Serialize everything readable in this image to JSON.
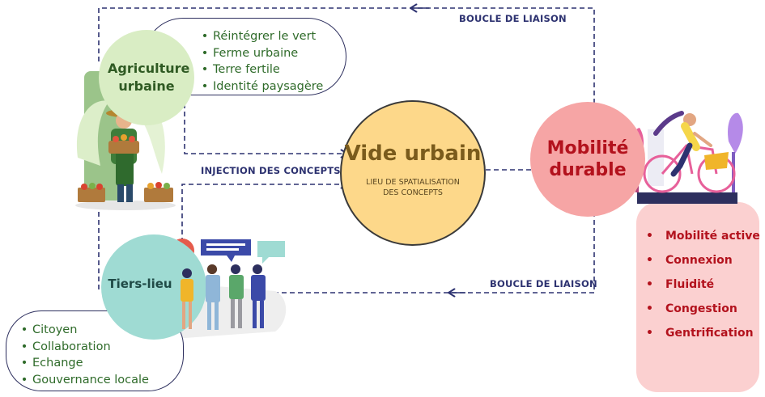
{
  "labels": {
    "loop_top": "BOUCLE DE LIAISON",
    "loop_bottom": "BOUCLE DE LIAISON",
    "injection": "INJECTION DES CONCEPTS"
  },
  "nodes": {
    "agriculture": {
      "title": "Agriculture urbaine",
      "items": [
        "Réintégrer le vert",
        "Ferme urbaine",
        "Terre fertile",
        "Identité paysagère"
      ]
    },
    "vide": {
      "title": "Vide urbain",
      "subtitle": "LIEU DE SPATIALISATION DES CONCEPTS"
    },
    "mobilite": {
      "title": "Mobilité durable",
      "items": [
        "Mobilité active",
        "Connexion",
        "Fluidité",
        "Congestion",
        "Gentrification"
      ]
    },
    "tiers": {
      "title": "Tiers-lieu",
      "items": [
        "Citoyen",
        "Collaboration",
        "Echange",
        "Gouvernance locale"
      ]
    }
  },
  "colors": {
    "navy": "#2d3270",
    "agri_circle": "#d9edc4",
    "vide_circle": "#fdd88a",
    "mobilite_circle": "#f6a5a5",
    "mobilite_panel": "#fbd0d0",
    "tiers_circle": "#9fdbd3",
    "green_text": "#2f6b2a",
    "red_text": "#b3121d"
  }
}
